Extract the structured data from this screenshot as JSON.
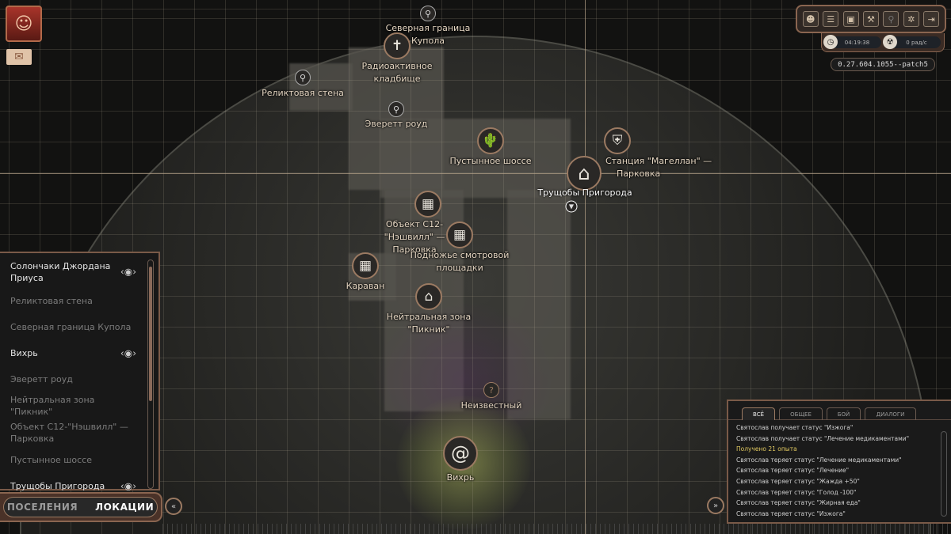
{
  "map": {
    "markers": [
      {
        "label": "Северная граница Купола",
        "label2": "Купола",
        "line1": "Северная граница",
        "icon": "pin-icon"
      },
      {
        "line1": "Радиоактивное",
        "line2": "кладбище",
        "icon": "radioactive-cemetery-icon"
      },
      {
        "line1": "Реликтовая стена",
        "icon": "pin-icon"
      },
      {
        "line1": "Эверетт роуд",
        "icon": "pin-icon"
      },
      {
        "line1": "Пустынное шоссе",
        "icon": "desert-cactus-icon"
      },
      {
        "line1": "Станция \"Магеллан\" —",
        "line2": "Парковка",
        "icon": "station-icon"
      },
      {
        "line1": "Трущобы Пригорода",
        "icon": "settlement-house-icon"
      },
      {
        "line1": "Объект С12-",
        "line2": "\"Нэшвилл\" —",
        "line3": "Парковка",
        "icon": "ruins-icon"
      },
      {
        "line1": "Подножье смотровой",
        "line2": "площадки",
        "icon": "ruins-icon"
      },
      {
        "line1": "Караван",
        "icon": "ruins-icon"
      },
      {
        "line1": "Нейтральная зона",
        "line2": "\"Пикник\"",
        "icon": "settlement-house-icon"
      },
      {
        "line1": "Неизвестный",
        "icon": "question-icon"
      },
      {
        "line1": "Вихрь",
        "icon": "vortex-icon"
      }
    ]
  },
  "hud": {
    "time": "04:19:38",
    "radiation": "0 рад/с",
    "version": "0.27.604.1055--patch5"
  },
  "locations": {
    "items": [
      {
        "label": "Солончаки Джордана Приуса",
        "active": true,
        "tracked": true
      },
      {
        "label": "Реликтовая стена",
        "active": false
      },
      {
        "label": "Северная граница Купола",
        "active": false
      },
      {
        "label": "Вихрь",
        "active": true,
        "tracked": true
      },
      {
        "label": "Эверетт роуд",
        "active": false
      },
      {
        "label": "Нейтральная зона \"Пикник\"",
        "active": false
      },
      {
        "label": "Объект С12-\"Нэшвилл\" — Парковка",
        "active": false
      },
      {
        "label": "Пустынное шоссе",
        "active": false
      },
      {
        "label": "Трущобы Пригорода",
        "active": true,
        "tracked": true
      }
    ],
    "tab_settlements": "ПОСЕЛЕНИЯ",
    "tab_locations": "ЛОКАЦИИ"
  },
  "chat": {
    "tabs": [
      "ВСЁ",
      "ОБЩЕЕ",
      "БОЙ",
      "ДИАЛОГИ"
    ],
    "messages": [
      "Святослав получает статус \"Изжога\"",
      "Святослав получает статус \"Лечение медикаментами\"",
      "Получено 21 опыта",
      "Святослав теряет статус \"Лечение медикаментами\"",
      "Святослав теряет статус \"Лечение\"",
      "Святослав теряет статус \"Жажда +50\"",
      "Святослав теряет статус \"Голод -100\"",
      "Святослав теряет статус \"Жирная еда\"",
      "Святослав теряет статус \"Изжога\""
    ],
    "highlight_color": "#e0c860"
  }
}
